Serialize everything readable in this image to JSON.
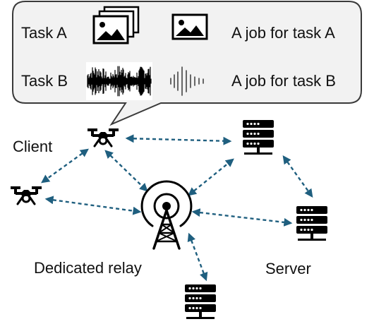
{
  "callout": {
    "task_a": {
      "name": "Task A",
      "job": "A job for task A"
    },
    "task_b": {
      "name": "Task B",
      "job": "A job for task B"
    }
  },
  "labels": {
    "client": "Client",
    "relay": "Dedicated relay",
    "server": "Server"
  },
  "icons": {
    "task_a_dataset": "stacked-images-icon",
    "task_a_job": "image-icon",
    "task_b_dataset": "audio-waveform-icon",
    "task_b_job": "audio-snippet-icon",
    "client_drone": "drone-icon",
    "second_drone": "drone-icon",
    "relay": "radio-tower-icon",
    "servers": "server-rack-icon"
  },
  "colors": {
    "link": "#1f5f7f",
    "callout_fill": "#f2f2f2",
    "callout_stroke": "#3a3a3a",
    "icon": "#000000"
  }
}
